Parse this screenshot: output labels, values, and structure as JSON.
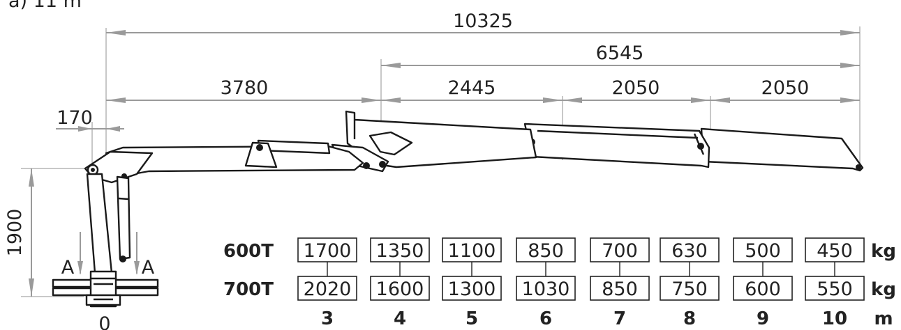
{
  "header_fragment": "a) 11 m",
  "dimensions": {
    "total": "10325",
    "extension_total": "6545",
    "main_boom": "3780",
    "ext_1": "2445",
    "ext_2": "2050",
    "ext_3": "2050",
    "offset": "170",
    "height": "1900",
    "origin": "0"
  },
  "section_marks": {
    "left": "A",
    "right": "A"
  },
  "load_table": {
    "rows": [
      {
        "model": "600T",
        "unit": "kg",
        "values": [
          "1700",
          "1350",
          "1100",
          "850",
          "700",
          "630",
          "500",
          "450"
        ]
      },
      {
        "model": "700T",
        "unit": "kg",
        "values": [
          "2020",
          "1600",
          "1300",
          "1030",
          "850",
          "750",
          "600",
          "550"
        ]
      }
    ],
    "reach": {
      "unit": "m",
      "values": [
        "3",
        "4",
        "5",
        "6",
        "7",
        "8",
        "9",
        "10"
      ]
    }
  }
}
